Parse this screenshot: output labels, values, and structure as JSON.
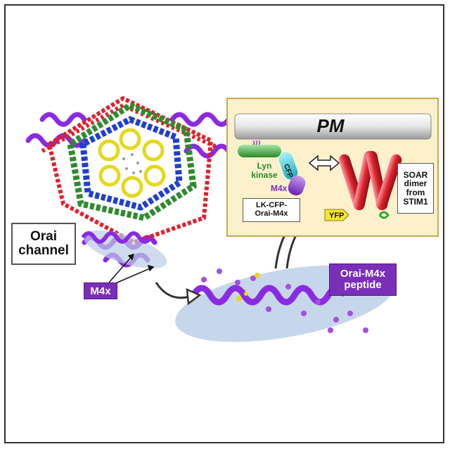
{
  "labels": {
    "orai_line1": "Orai",
    "orai_line2": "channel",
    "m4x_tag": "M4x",
    "peptide_line1": "Orai-M4x",
    "peptide_line2": "peptide",
    "pm": "PM",
    "lyn_line1": "Lyn",
    "lyn_line2": "kinase",
    "cfp": "CFP",
    "m4x_small": "M4x",
    "lk_line1": "LK-CFP-",
    "lk_line2": "Orai-M4x",
    "yfp": "YFP",
    "soar_line1": "SOAR",
    "soar_line2": "dimer",
    "soar_line3": "from",
    "soar_line4": "STIM1"
  },
  "colors": {
    "inset_bg": "#fdf1cc",
    "inset_border": "#c9a84c",
    "helix_purple": "#8a2be2",
    "helix_red": "#e0202a",
    "helix_green": "#2e8b2e",
    "helix_blue": "#1f3fd0",
    "helix_yellow": "#f2ea2a",
    "ellipse_fill": "#b9cde6",
    "tag_purple": "#7a2fb8",
    "cfp_cyan": "#2fd6e6",
    "yfp_yellow": "#f5e62a",
    "lyn_green": "#3bb34a"
  },
  "icons": {
    "double_arrow": "double-headed-arrow-icon",
    "curved_arrows": "curved-arrow-icon"
  }
}
